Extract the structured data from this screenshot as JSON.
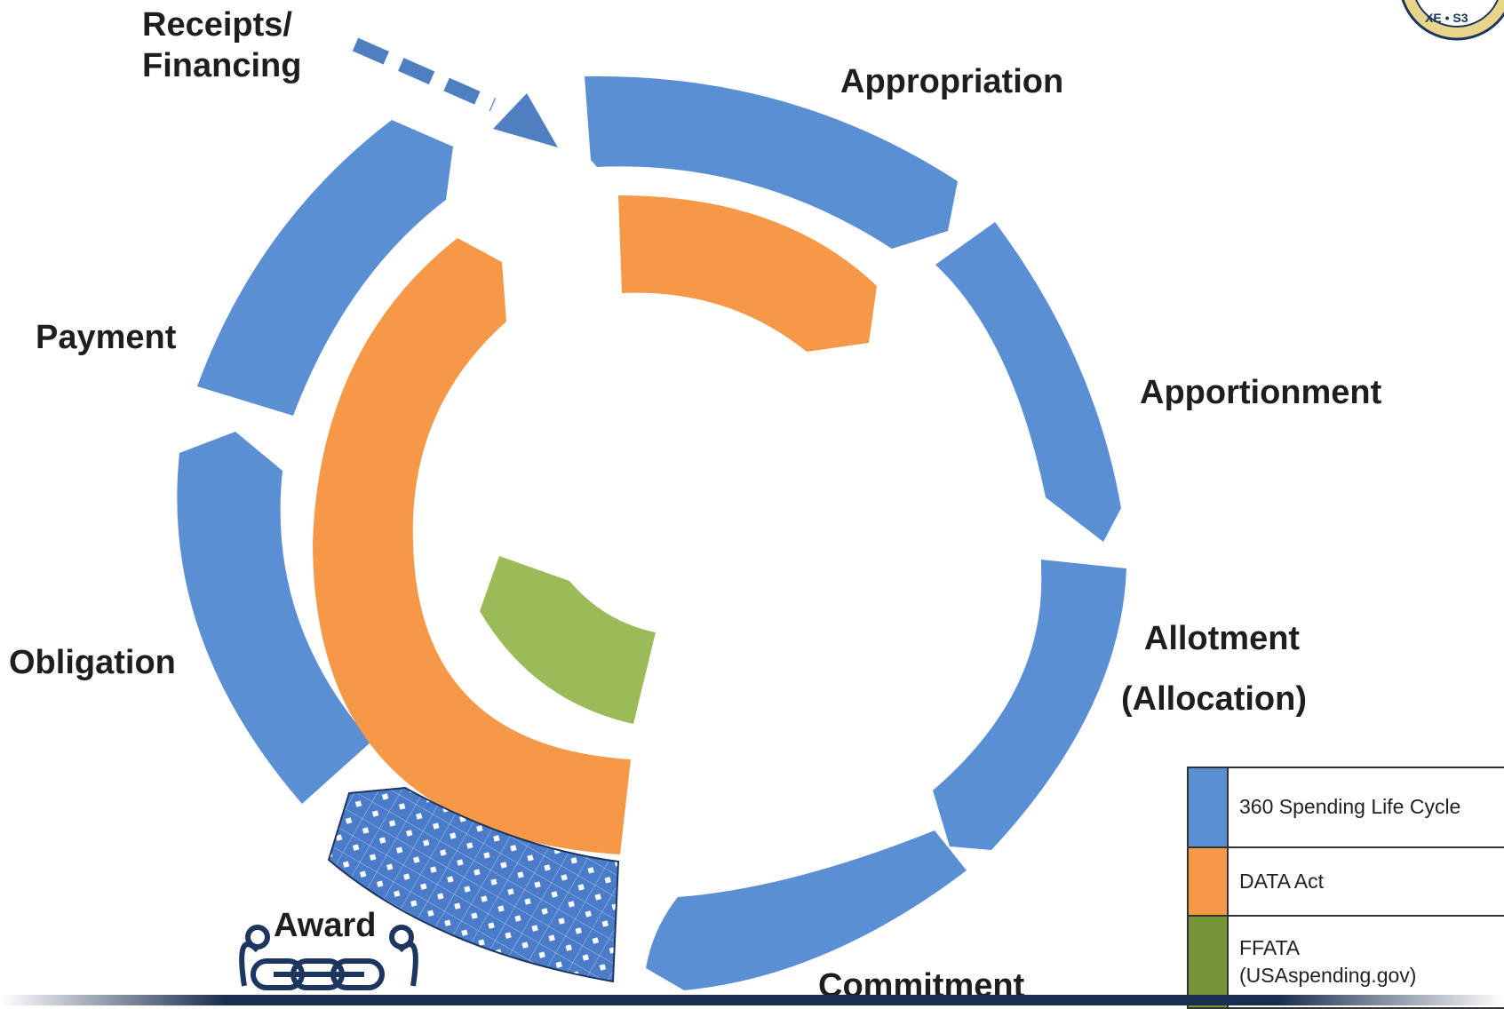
{
  "labels": {
    "receipts_line1": "Receipts/",
    "receipts_line2": "Financing",
    "appropriation": "Appropriation",
    "apportionment": "Apportionment",
    "allotment_line1": "Allotment",
    "allotment_line2": "(Allocation)",
    "commitment": "Commitment",
    "award": "Award",
    "obligation": "Obligation",
    "payment": "Payment"
  },
  "legend": [
    {
      "label": "360 Spending Life Cycle",
      "color": "#5b8fd4"
    },
    {
      "label": "DATA Act",
      "color": "#f59848"
    },
    {
      "label": "FFATA",
      "label2": "(USAspending.gov)",
      "color": "#789438"
    }
  ],
  "colors": {
    "blue": "#5b8fd4",
    "orange": "#f59848",
    "green": "#9bbb59",
    "arrow": "#4f7fc0",
    "award_pattern": "#4a7cc9",
    "chain_icon": "#1c3660",
    "bottom_bar": "#1a2e4f"
  },
  "icons": {
    "chain": "chain-link-icon",
    "emblem": "seal-emblem-icon"
  }
}
